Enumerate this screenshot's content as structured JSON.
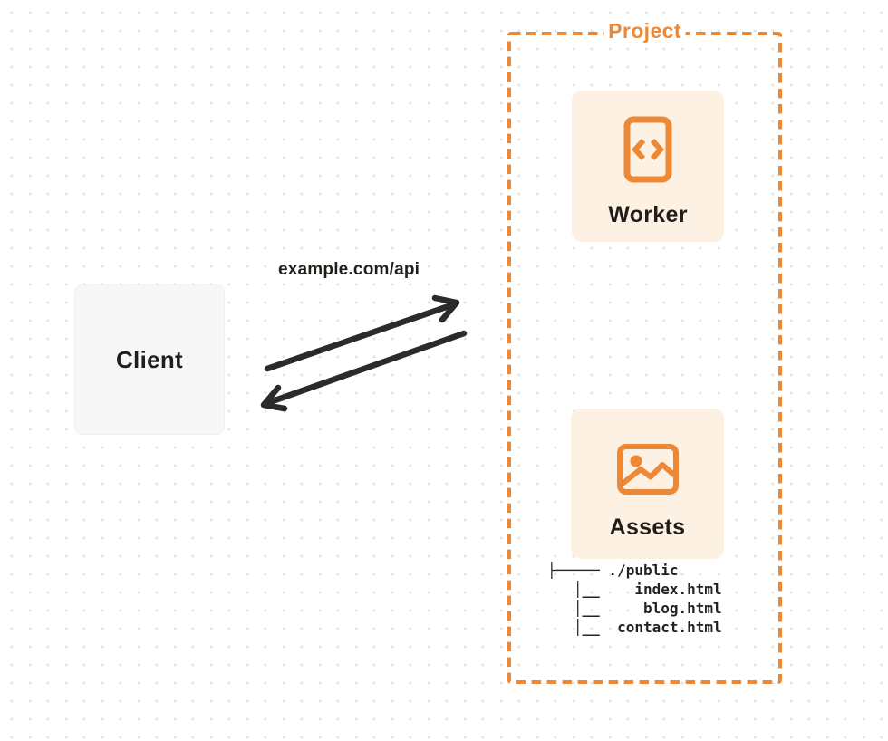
{
  "colors": {
    "accent_orange": "#ED8936",
    "card_bg": "#FCF1E2",
    "arrow": "#2B2B2B",
    "text_dark": "#211E1A",
    "client_bg": "#F7F7F8",
    "dot_grid": "#E4E4E6"
  },
  "client": {
    "label": "Client"
  },
  "request": {
    "url": "example.com/api"
  },
  "project": {
    "label": "Project",
    "worker": {
      "label": "Worker",
      "icon": "code-document-icon"
    },
    "assets": {
      "label": "Assets",
      "icon": "image-icon",
      "file_tree": [
        "├───── ./public",
        "   │__    index.html",
        "   │__     blog.html",
        "   │__  contact.html"
      ]
    }
  }
}
